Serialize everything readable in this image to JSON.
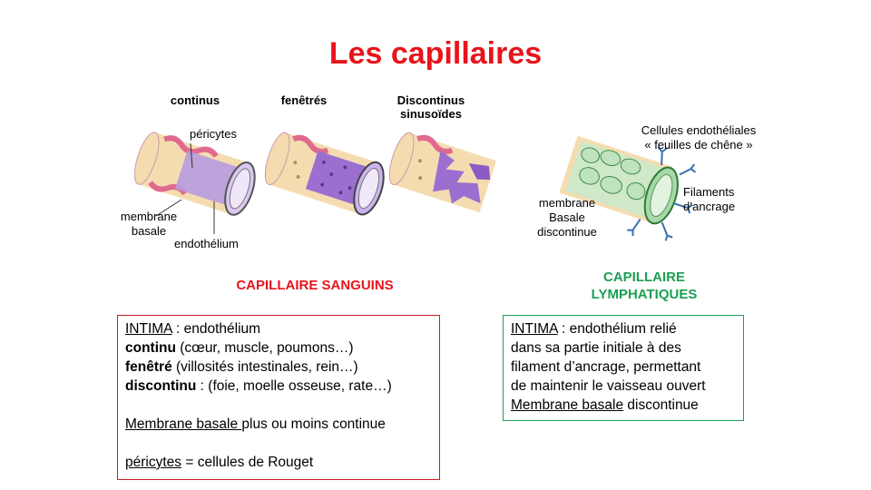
{
  "title": "Les capillaires",
  "blood": {
    "types": [
      "continus",
      "fenêtrés",
      "Discontinus\nsinusoïdes"
    ],
    "labels": {
      "pericytes": "péricytes",
      "membrane_basale": "membrane\nbasale",
      "endothelium": "endothélium"
    },
    "section_title": "CAPILLAIRE SANGUINS",
    "box": {
      "line1_term": "INTIMA",
      "line1_rest": " : endothélium",
      "line2_term": "continu",
      "line2_rest": " (cœur, muscle, poumons…)",
      "line3_term": "fenêtré",
      "line3_rest": " (villosités intestinales, rein…)",
      "line4_term": "discontinu",
      "line4_rest": " : (foie, moelle osseuse, rate…)",
      "line5_term": "Membrane basale ",
      "line5_rest": "plus ou moins continue",
      "line6_term": "péricytes",
      "line6_rest": " = cellules de Rouget"
    }
  },
  "lymph": {
    "labels": {
      "cells": "Cellules endothéliales\n« feuilles de chêne »",
      "filaments": "Filaments\nd’ancrage",
      "membrane": "membrane\nBasale\ndiscontinue"
    },
    "section_title": "CAPILLAIRE\nLYMPHATIQUES",
    "box": {
      "line1_term": "INTIMA",
      "line1_rest": " : endothélium relié",
      "line2": "dans sa partie initiale à des",
      "line3": "filament d’ancrage, permettant",
      "line4": "de maintenir le vaisseau ouvert",
      "line5_term": "Membrane basale",
      "line5_rest": " discontinue"
    }
  },
  "colors": {
    "title": "#e8141b",
    "lymph_title": "#1aa053",
    "pericyte": "#e06a8e",
    "endothelium": "#9b6fd0",
    "basal": "#f5dcb0",
    "lymph_cell": "#bfe3bd",
    "filament": "#3a6fb0"
  }
}
